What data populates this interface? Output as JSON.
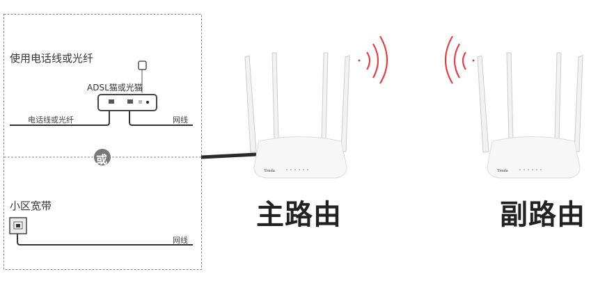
{
  "left_panel": {
    "option1_title": "使用电话线或光纤",
    "modem_label": "ADSL猫或光猫",
    "phone_line_label": "电话线或光纤",
    "network_cable_label_1": "网线",
    "or_label": "或",
    "option2_title": "小区宽带",
    "network_cable_label_2": "网线"
  },
  "main_router": {
    "label": "主路由",
    "brand": "Tenda"
  },
  "secondary_router": {
    "label": "副路由",
    "brand": "Tenda"
  },
  "colors": {
    "wifi_wave": "#d9434a",
    "cable": "#333333",
    "dashed_border": "#888888",
    "or_badge": "#777777"
  }
}
